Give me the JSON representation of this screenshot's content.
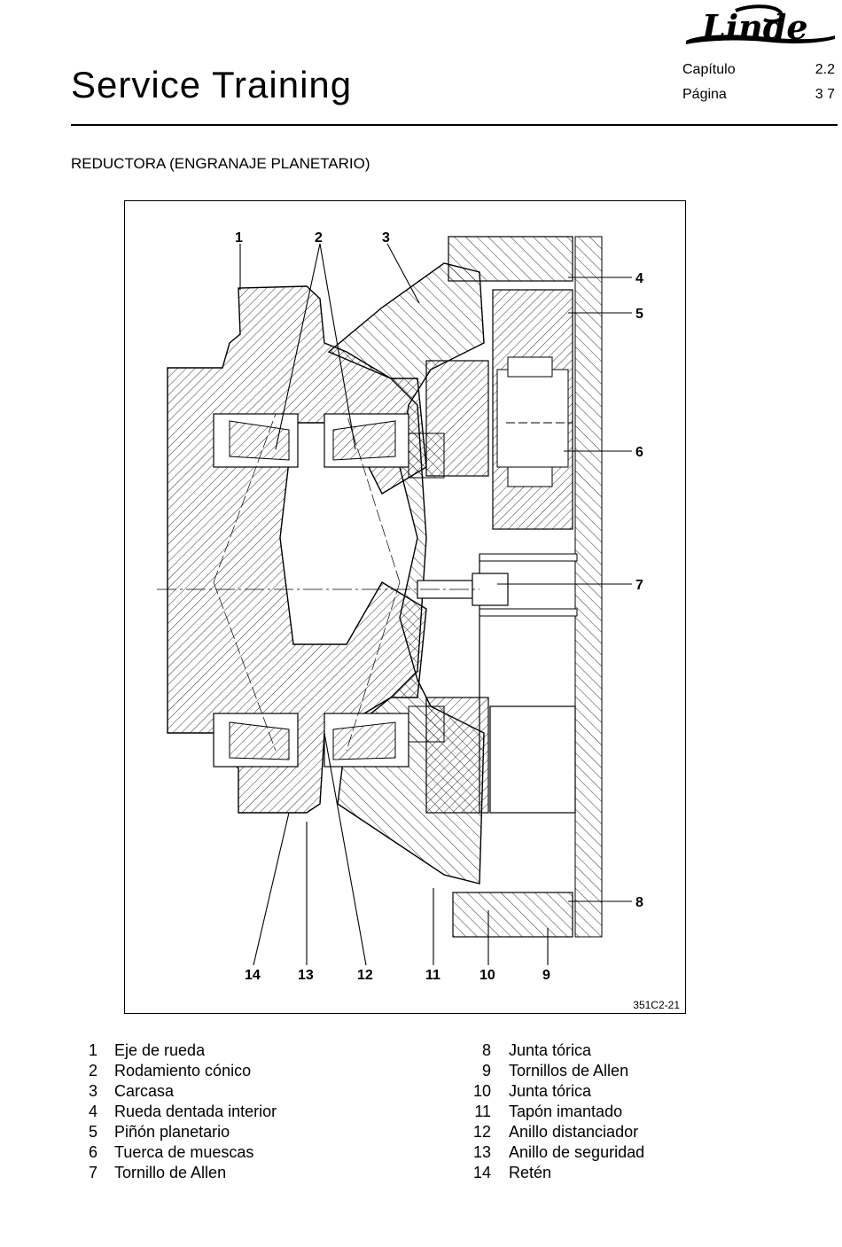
{
  "header": {
    "brand": "Linde",
    "title": "Service Training",
    "chapter_label": "Capítulo",
    "chapter_value": "2.2",
    "page_label": "Página",
    "page_value": "3 7"
  },
  "section_title": "REDUCTORA (ENGRANAJE PLANETARIO)",
  "figure": {
    "code": "351C2-21",
    "callouts_top": [
      "1",
      "2",
      "3"
    ],
    "callouts_right": [
      "4",
      "5",
      "6",
      "7",
      "8"
    ],
    "callouts_bottom": [
      "14",
      "13",
      "12",
      "11",
      "10",
      "9"
    ]
  },
  "legend": {
    "left": [
      {
        "num": "1",
        "label": "Eje de rueda"
      },
      {
        "num": "2",
        "label": "Rodamiento cónico"
      },
      {
        "num": "3",
        "label": "Carcasa"
      },
      {
        "num": "4",
        "label": "Rueda dentada interior"
      },
      {
        "num": "5",
        "label": "Piñón planetario"
      },
      {
        "num": "6",
        "label": "Tuerca de muescas"
      },
      {
        "num": "7",
        "label": "Tornillo de Allen"
      }
    ],
    "right": [
      {
        "num": "8",
        "label": "Junta tórica"
      },
      {
        "num": "9",
        "label": "Tornillos de Allen"
      },
      {
        "num": "10",
        "label": "Junta tórica"
      },
      {
        "num": "11",
        "label": "Tapón imantado"
      },
      {
        "num": "12",
        "label": "Anillo distanciador"
      },
      {
        "num": "13",
        "label": "Anillo de seguridad"
      },
      {
        "num": "14",
        "label": "Retén"
      }
    ]
  }
}
